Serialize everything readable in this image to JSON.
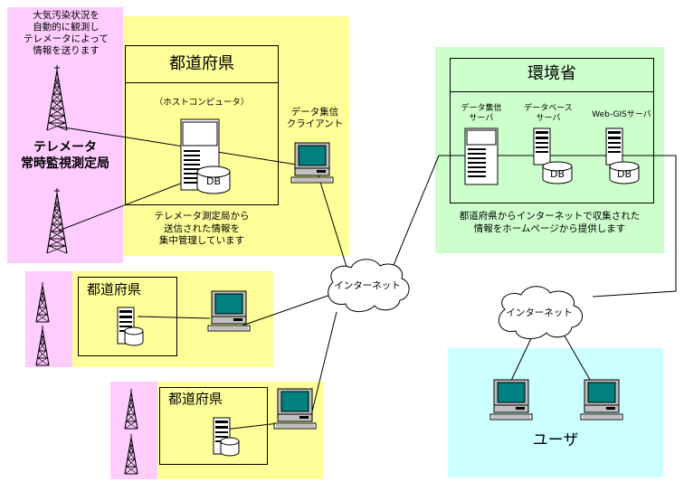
{
  "telemeter_note": [
    "大気汚染状況を",
    "自動的に観測し",
    "テレメータによって",
    "情報を送ります"
  ],
  "station_label": [
    "テレメータ",
    "常時監視測定局"
  ],
  "prefecture_main": {
    "title": "都道府県",
    "host_label": "（ホストコンピュータ）",
    "db_label": "DB",
    "caption": [
      "テレメータ測定局から",
      "送信された情報を",
      "集中管理しています"
    ]
  },
  "data_client_label": [
    "データ集信",
    "クライアント"
  ],
  "prefecture_2": {
    "title": "都道府県"
  },
  "prefecture_3": {
    "title": "都道府県"
  },
  "internet_1": "インターネット",
  "internet_2": "インターネット",
  "ministry": {
    "title": "環境省",
    "servers": [
      {
        "label": [
          "データ集信",
          "サーバ"
        ]
      },
      {
        "label": [
          "データベース",
          "サーバ"
        ],
        "db": "DB"
      },
      {
        "label": [
          "Web-GISサーバ"
        ],
        "db": "DB"
      }
    ],
    "caption": [
      "都道府県からインターネットで収集された",
      "情報をホームページから提供します"
    ]
  },
  "users": {
    "title": "ユーザ"
  },
  "colors": {
    "pink": "#ffccff",
    "yellow": "#ffff99",
    "green": "#ccffcc",
    "cyan": "#ccffff",
    "screen_teal": "#008080"
  },
  "icons": [
    "antenna-tower-icon",
    "server-icon",
    "database-icon",
    "computer-icon",
    "cloud-icon"
  ]
}
